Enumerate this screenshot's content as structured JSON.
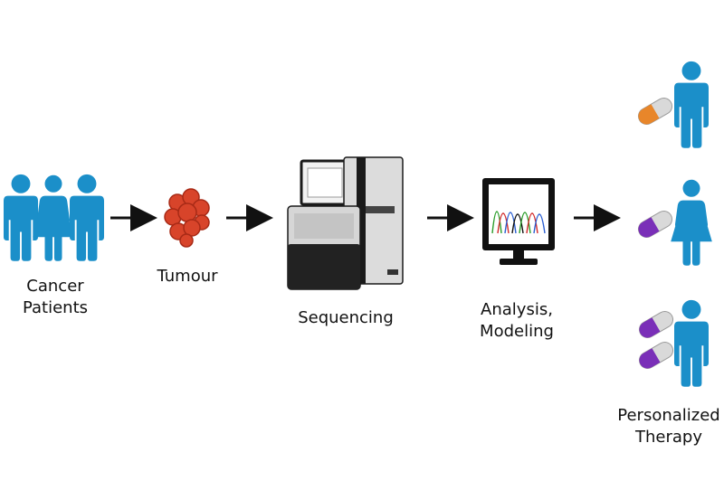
{
  "stages": {
    "patients": {
      "line1": "Cancer",
      "line2": "Patients"
    },
    "tumour": {
      "label": "Tumour"
    },
    "sequencing": {
      "label": "Sequencing"
    },
    "analysis": {
      "line1": "Analysis,",
      "line2": "Modeling"
    },
    "therapy": {
      "line1": "Personalized",
      "line2": "Therapy"
    }
  },
  "colors": {
    "person": "#1b8fc9",
    "person_dark": "#0f6fa3",
    "tumour": "#d8442a",
    "tumour_dark": "#a82a16",
    "pill_orange": "#e8862a",
    "pill_purple": "#7a2fb8",
    "pill_white": "#d9d9d9",
    "machine_light": "#dcdcdc",
    "machine_dark": "#1a1a1a",
    "arrow": "#111111"
  },
  "icons": {
    "people": [
      "person-male-icon",
      "person-female-icon",
      "person-male-icon"
    ],
    "therapy_rows": [
      {
        "pill": "orange-pill-icon",
        "person": "person-male-icon"
      },
      {
        "pill": "purple-pill-icon",
        "person": "person-female-icon"
      },
      {
        "pill": "two-purple-pills-icon",
        "person": "person-male-icon"
      }
    ]
  }
}
